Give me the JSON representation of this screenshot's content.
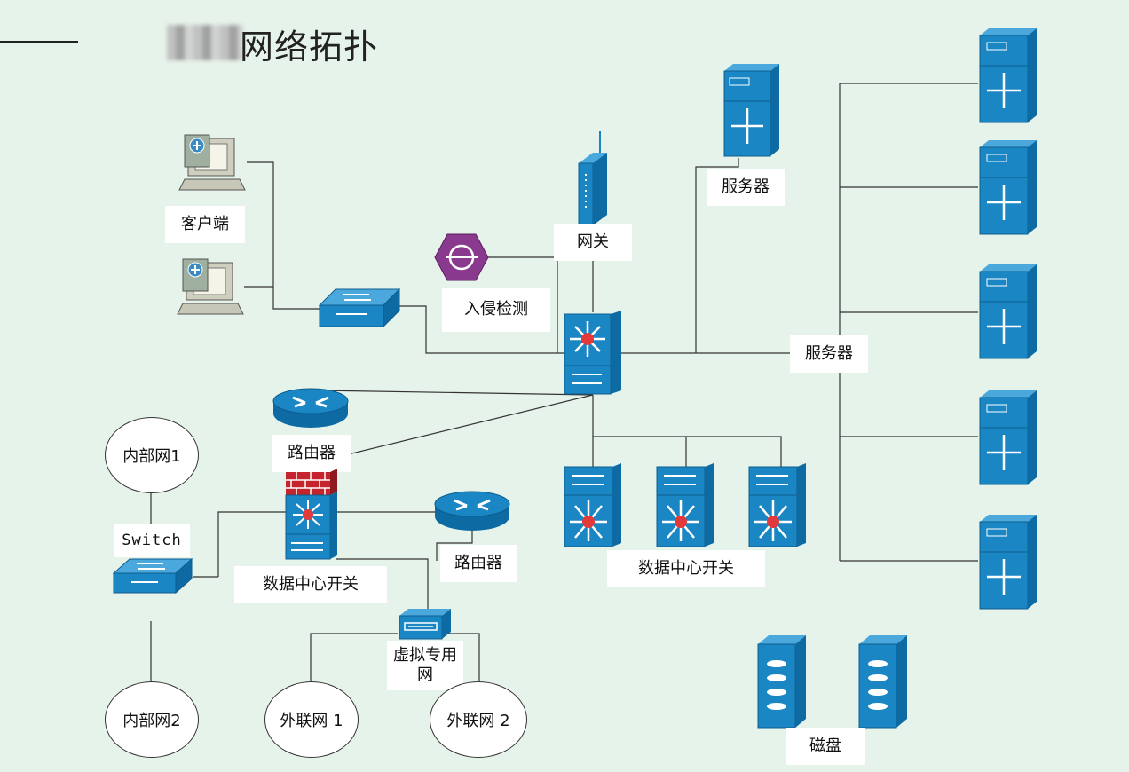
{
  "title": "网络拓扑",
  "labels": {
    "client": "客户端",
    "gateway": "网关",
    "ids": "入侵检测",
    "server_top": "服务器",
    "server_right": "服务器",
    "router1": "路由器",
    "router2": "路由器",
    "dc_switch_left": "数据中心开关",
    "dc_switch_right": "数据中心开关",
    "switch": "Switch",
    "vpn": "虚拟专用网",
    "disk": "磁盘"
  },
  "networks": {
    "internal1": "内部网1",
    "internal2": "内部网2",
    "external1": "外联网 1",
    "external2": "外联网 2"
  },
  "colors": {
    "background": "#e6f3ea",
    "device_blue": "#1a86c4",
    "firewall_red": "#c6242c",
    "ids_purple": "#8a3a8e",
    "line": "#333333"
  }
}
